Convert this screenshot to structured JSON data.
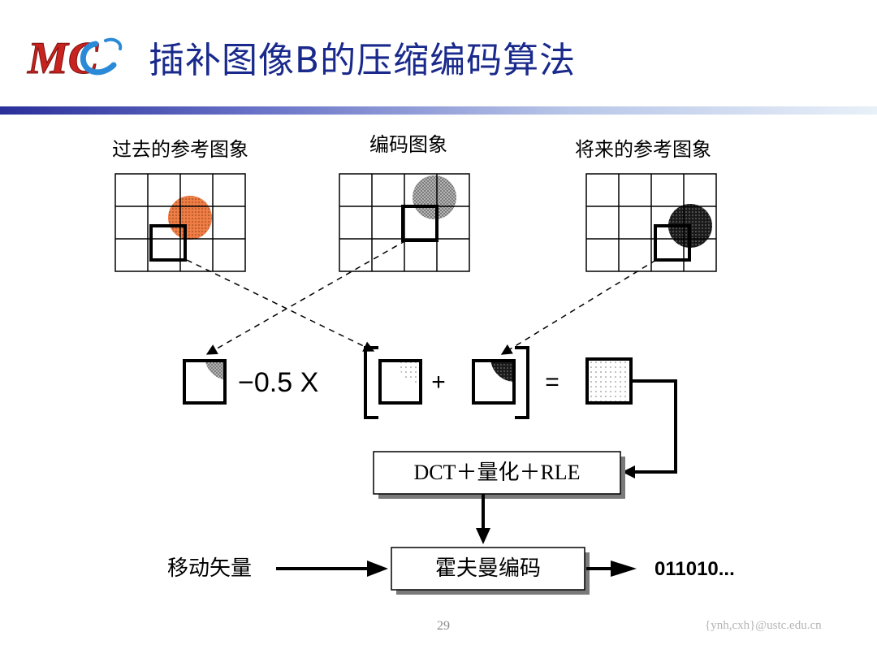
{
  "slide": {
    "logo_text": "MC",
    "title": "插补图像B的压缩编码算法",
    "page_number": "29",
    "footer": "{ynh,cxh}@ustc.edu.cn"
  },
  "diagram": {
    "labels": {
      "past_ref": "过去的参考图象",
      "coded": "编码图象",
      "future_ref": "将来的参考图象",
      "minus_half_x": "−0.5 X",
      "plus": "+",
      "equals": "=",
      "dct_box": "DCT＋量化＋RLE",
      "motion_vector": "移动矢量",
      "huffman_box": "霍夫曼编码",
      "output_bits": "011010..."
    },
    "colors": {
      "title": "#1a2a8c",
      "past_circle": "#ef7d46",
      "coded_circle": "#9a9a9a",
      "future_circle": "#222222"
    }
  }
}
